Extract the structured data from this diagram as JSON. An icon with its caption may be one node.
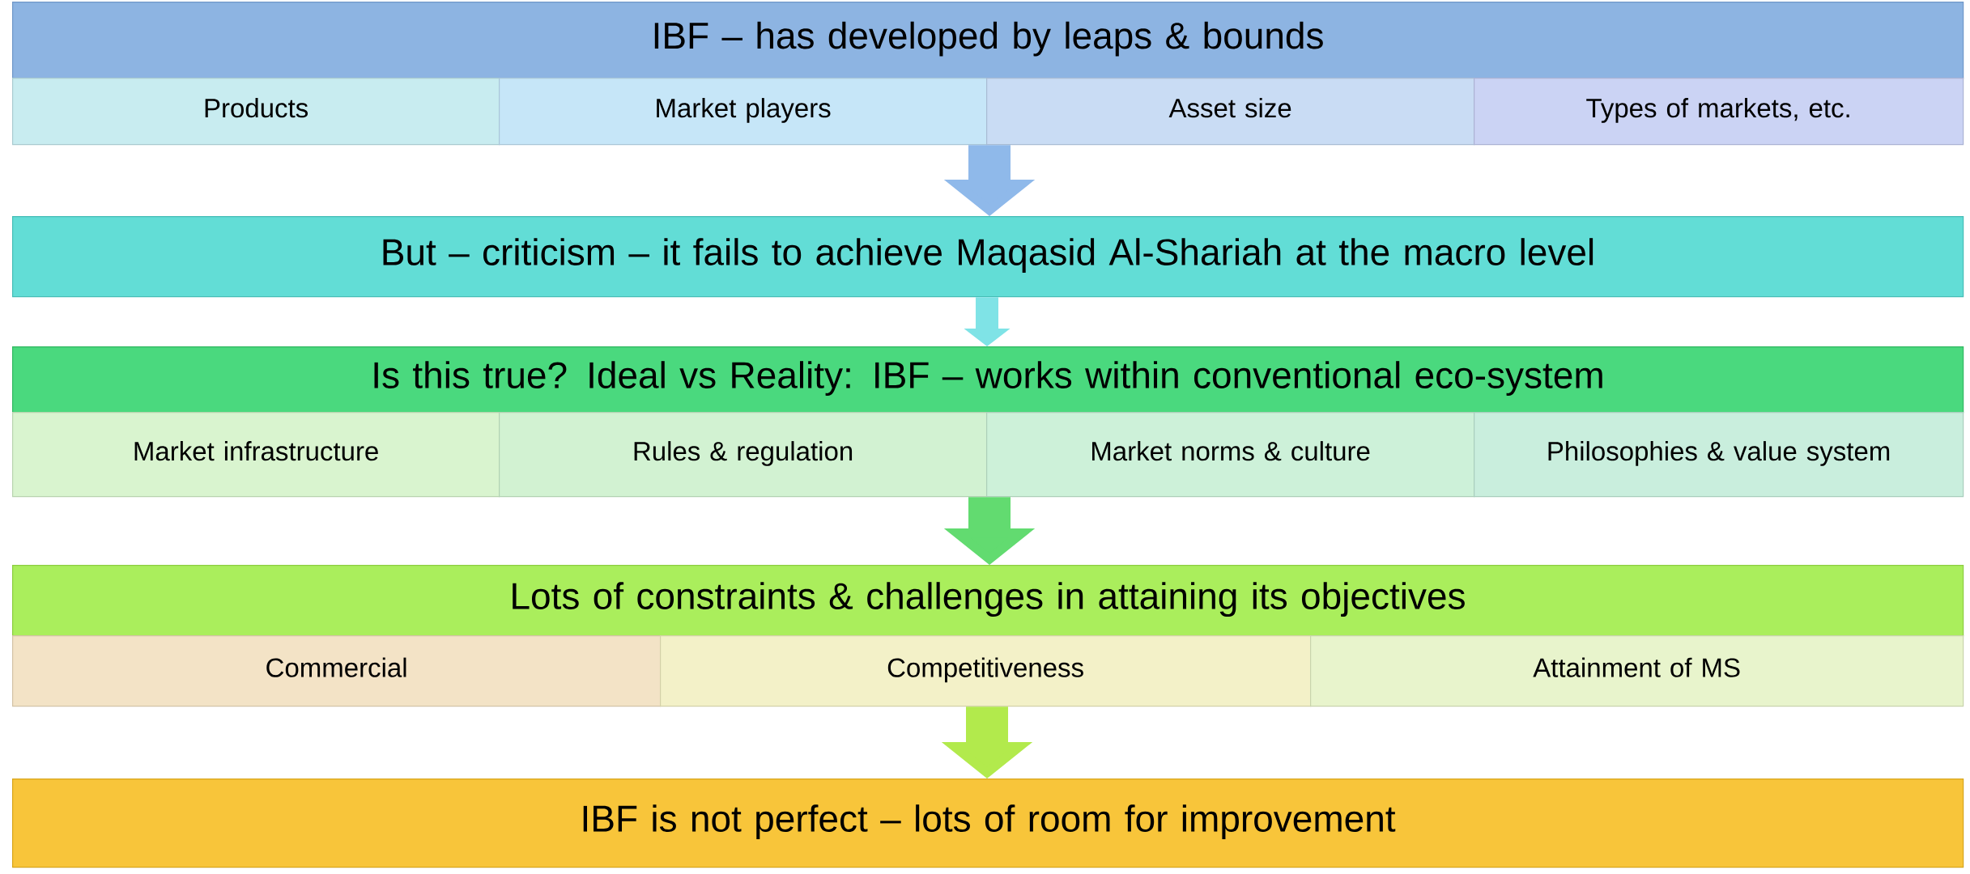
{
  "diagram": {
    "nodes": [
      {
        "text": [
          "IBF – has developed by leaps & bounds"
        ]
      },
      {
        "text": [
          "Products"
        ]
      },
      {
        "text": [
          "Market players"
        ]
      },
      {
        "text": [
          "Asset size"
        ]
      },
      {
        "text": [
          "Types of markets, etc."
        ]
      },
      {
        "text": [
          "But – criticism – it fails to achieve Maqasid Al-Shariah at the macro level"
        ]
      },
      {
        "text": [
          "Is this true? Ideal vs Reality: IBF – works within conventional eco-system"
        ]
      },
      {
        "text": [
          "Market infrastructure"
        ]
      },
      {
        "text": [
          "Rules & regulation"
        ]
      },
      {
        "text": [
          "Market norms & culture"
        ]
      },
      {
        "text": [
          "Philosophies & value system"
        ]
      },
      {
        "text": [
          "Lots of constraints & challenges in attaining its objectives"
        ]
      },
      {
        "text": [
          "Commercial"
        ]
      },
      {
        "text": [
          "Competitiveness"
        ]
      },
      {
        "text": [
          "Attainment of MS"
        ]
      },
      {
        "text": [
          "IBF is not perfect – lots of room for improvement"
        ]
      }
    ],
    "edges": [
      {
        "from": 3,
        "to": 5,
        "arrow": "to",
        "color": "#8fb9ea"
      },
      {
        "from": 5,
        "to": 6,
        "arrow": "to",
        "color": "#7fe3e6"
      },
      {
        "from": 9,
        "to": 11,
        "arrow": "to",
        "color": "#62db70"
      },
      {
        "from": 13,
        "to": 15,
        "arrow": "to",
        "color": "#b2ea4c"
      }
    ]
  }
}
